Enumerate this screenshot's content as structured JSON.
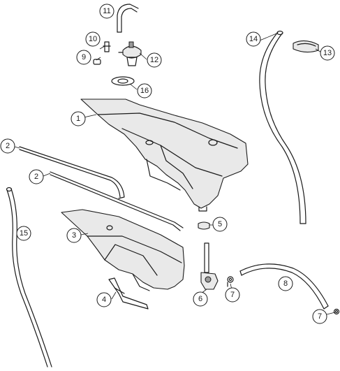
{
  "callouts": [
    {
      "id": "c-11",
      "label": "11"
    },
    {
      "id": "c-10",
      "label": "10"
    },
    {
      "id": "c-9",
      "label": "9"
    },
    {
      "id": "c-12",
      "label": "12"
    },
    {
      "id": "c-16",
      "label": "16"
    },
    {
      "id": "c-14",
      "label": "14"
    },
    {
      "id": "c-13",
      "label": "13"
    },
    {
      "id": "c-1",
      "label": "1"
    },
    {
      "id": "c-2a",
      "label": "2"
    },
    {
      "id": "c-2b",
      "label": "2"
    },
    {
      "id": "c-15",
      "label": "15"
    },
    {
      "id": "c-3",
      "label": "3"
    },
    {
      "id": "c-5",
      "label": "5"
    },
    {
      "id": "c-4",
      "label": "4"
    },
    {
      "id": "c-6",
      "label": "6"
    },
    {
      "id": "c-7a",
      "label": "7"
    },
    {
      "id": "c-8",
      "label": "8"
    },
    {
      "id": "c-7b",
      "label": "7"
    }
  ]
}
